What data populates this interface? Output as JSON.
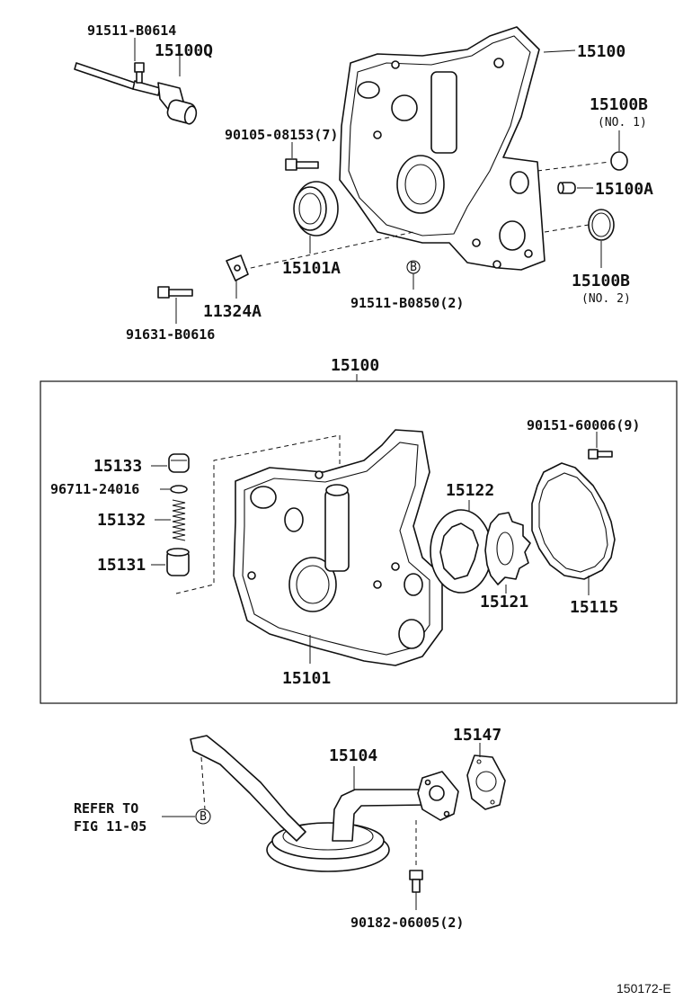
{
  "colors": {
    "line": "#111111",
    "background": "#ffffff"
  },
  "labels": {
    "p91511_b0614": "91511-B0614",
    "p15100q": "15100Q",
    "p15100_top": "15100",
    "p15100b_1": "15100B",
    "p15100b_1_note": "(NO. 1)",
    "p90105": "90105-08153(7)",
    "p15100a": "15100A",
    "p15101a": "15101A",
    "p15100b_2": "15100B",
    "p15100b_2_note": "(NO. 2)",
    "p11324a": "11324A",
    "p91511_b0850": "91511-B0850(2)",
    "p91631": "91631-B0616",
    "p15100_box": "15100",
    "p90151": "90151-60006(9)",
    "p15133": "15133",
    "p96711": "96711-24016",
    "p15132": "15132",
    "p15131": "15131",
    "p15122": "15122",
    "p15121": "15121",
    "p15115": "15115",
    "p15101": "15101",
    "p15104": "15104",
    "p15147": "15147",
    "refer_line1": "REFER TO",
    "refer_line2": "FIG 11-05",
    "marker_b1": "B",
    "marker_b2": "B",
    "p90182": "90182-06005(2)",
    "figure_id": "150172-E"
  }
}
